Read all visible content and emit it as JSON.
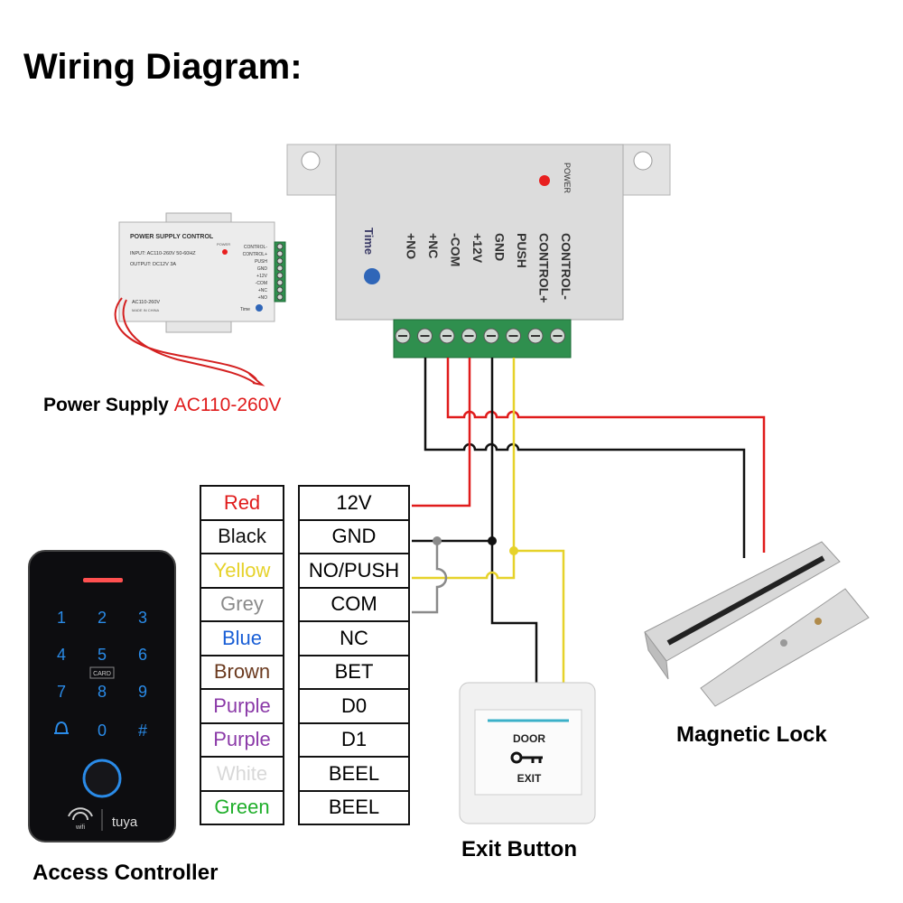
{
  "title": "Wiring Diagram:",
  "power_supply_label": {
    "prefix": "Power Supply",
    "voltage": "AC110-260V"
  },
  "controller_unit": {
    "terminals": [
      "CONTROL-",
      "CONTROL+",
      "PUSH",
      "GND",
      "+12V",
      "-COM",
      "+NC",
      "+NO"
    ],
    "time_label": "Time",
    "power_led_label": "POWER"
  },
  "small_unit": {
    "title": "POWER SUPPLY CONTROL",
    "input": "INPUT: AC110-260V 50-60HZ",
    "output": "OUTPUT: DC12V  3A",
    "range": "AC110-260V",
    "made": "MADE IN CHINA",
    "power": "POWER",
    "time": "Time",
    "terminals": [
      "CONTROL-",
      "CONTROL+",
      "PUSH",
      "GND",
      "+12V",
      "-COM",
      "+NC",
      "+NO"
    ]
  },
  "wiring_table": [
    {
      "color": "Red",
      "color_hex": "#e01b1b",
      "signal": "12V"
    },
    {
      "color": "Black",
      "color_hex": "#111111",
      "signal": "GND"
    },
    {
      "color": "Yellow",
      "color_hex": "#e6d22a",
      "signal": "NO/PUSH"
    },
    {
      "color": "Grey",
      "color_hex": "#8a8a8a",
      "signal": "COM"
    },
    {
      "color": "Blue",
      "color_hex": "#1a5fd6",
      "signal": "NC"
    },
    {
      "color": "Brown",
      "color_hex": "#6b3a1f",
      "signal": "BET"
    },
    {
      "color": "Purple",
      "color_hex": "#8b3aa8",
      "signal": "D0"
    },
    {
      "color": "Purple",
      "color_hex": "#8b3aa8",
      "signal": "D1"
    },
    {
      "color": "White",
      "color_hex": "#d8d8d8",
      "signal": "BEEL"
    },
    {
      "color": "Green",
      "color_hex": "#1fae2a",
      "signal": "BEEL"
    }
  ],
  "keypad": {
    "keys": [
      "1",
      "2",
      "3",
      "4",
      "5",
      "6",
      "7",
      "8",
      "9",
      "0",
      "#"
    ],
    "card_label": "CARD",
    "wifi_label": "wifi",
    "brand": "tuya"
  },
  "exit_button": {
    "line1": "DOOR",
    "line2": "EXIT"
  },
  "captions": {
    "access_controller": "Access Controller",
    "exit_button": "Exit Button",
    "magnetic_lock": "Magnetic Lock"
  },
  "colors": {
    "red_wire": "#e01b1b",
    "black_wire": "#111111",
    "yellow_wire": "#e6d22a",
    "grey_wire": "#8a8a8a",
    "terminal_green": "#2f8f4e",
    "key_blue": "#2a8be8"
  }
}
